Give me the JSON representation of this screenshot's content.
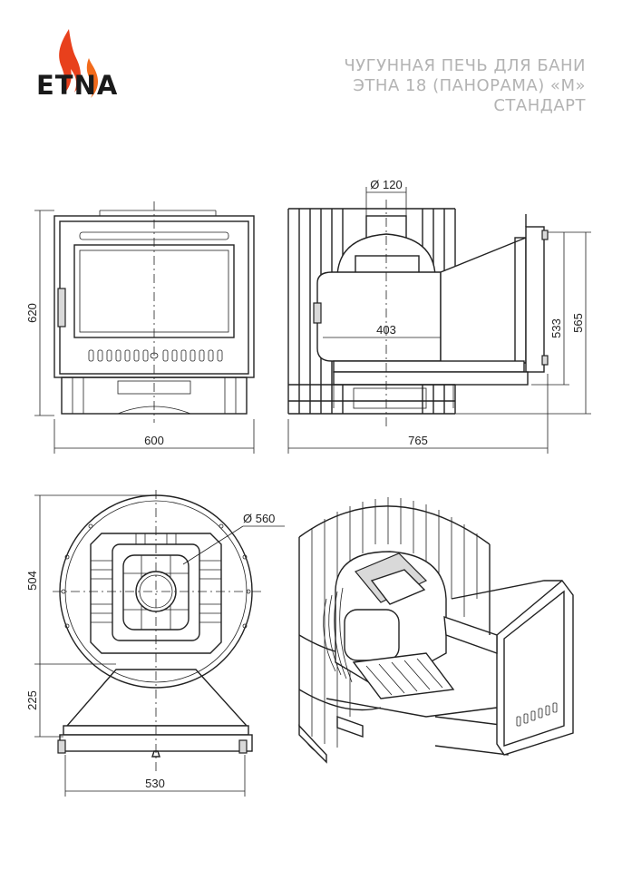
{
  "brand": {
    "logo_text": "ETNA",
    "flame_color": "#e8401c"
  },
  "title": {
    "line1": "ЧУГУННАЯ ПЕЧЬ ДЛЯ БАНИ",
    "line2": "ЭТНА 18  (ПАНОРАМА) «М»",
    "line3": "СТАНДАРТ",
    "color": "#b3b3b3"
  },
  "dimensions": {
    "front_height": "620",
    "front_width": "600",
    "side_width": "765",
    "flue_diameter": "Ø 120",
    "inner_width": "403",
    "side_height_inner": "533",
    "side_height_outer": "565",
    "top_diameter": "Ø 560",
    "top_depth": "504",
    "top_front": "225",
    "top_width": "530"
  }
}
